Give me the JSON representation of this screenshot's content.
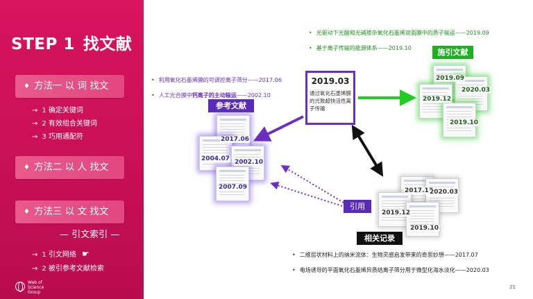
{
  "left_panel": {
    "step": "STEP 1",
    "title": "找文献",
    "methods": [
      {
        "diamond": "♦",
        "label": "方法一  以 词 找文"
      },
      {
        "diamond": "♦",
        "label": "方法二  以 人 找文"
      },
      {
        "diamond": "♦",
        "label": "方法三  以 文 找文"
      }
    ],
    "method1_items": [
      "1 确定关键词",
      "2 有效组合关键词",
      "3 巧用通配符"
    ],
    "index_label": "— 引文索引 —",
    "method3_items": [
      "1 引文网络",
      "2 被引参考文献检索"
    ],
    "logo_text": "Web of Science Group"
  },
  "center": {
    "year": "2019.03",
    "description": "通过氧化石墨烯膜的光致超快活性离子传输"
  },
  "references": {
    "tag": "参考文献",
    "bullets": [
      {
        "pre": "利用氧化石墨烯膜的可调控离子筛分——2017.06",
        "hl": "",
        "post": ""
      },
      {
        "pre": "人工光合膜中",
        "hl": "钙离子的主动输运",
        "post": "——2002.10"
      }
    ],
    "papers": [
      "2017.06",
      "2004.07",
      "2002.10",
      "2007.09"
    ]
  },
  "citations": {
    "tag": "施引文献",
    "bullets": [
      "光驱动下光酸和光碱掺杂氧化石墨烯双面膜中的质子输运——2019.09",
      "基于离子传输的能源体系——2019.10"
    ],
    "papers": [
      "2019.09",
      "2020.03",
      "2019.12",
      "2019.10"
    ]
  },
  "related": {
    "tag": "相关记录",
    "link_tag": "引用",
    "bullets": [
      "二维层状材料上的纳米流体：生物灵感启发带来的奇思妙想——2017.07",
      "电场诱导的平面氧化石墨烯异质结离子筛分用于微型化海水淡化——2020.03"
    ],
    "papers": [
      "2017.10",
      "2020.03",
      "2019.12",
      "2019.10"
    ]
  },
  "page_number": "21",
  "icons": {
    "hand": "pointing-hand-icon",
    "logo": "globe-icon"
  },
  "colors": {
    "primary": "#d8145f",
    "purple": "#5a2ab8",
    "green": "#1fb01f",
    "dark": "#111111"
  }
}
